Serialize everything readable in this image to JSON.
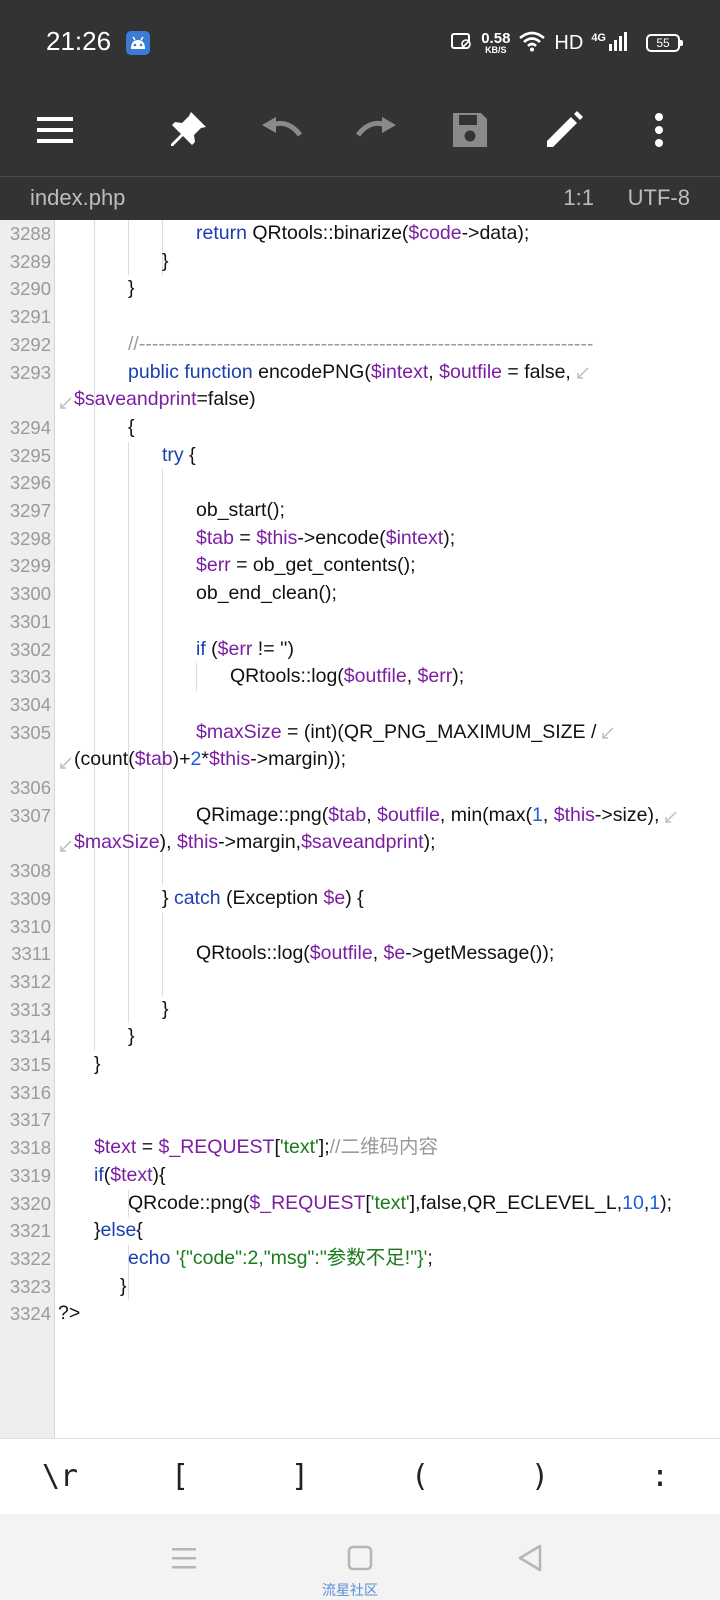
{
  "status_bar": {
    "time": "21:26",
    "net_speed_value": "0.58",
    "net_speed_unit": "KB/S",
    "hd_label": "HD",
    "network_label": "4G",
    "battery_level": "55",
    "icons": [
      "android-notification-icon",
      "sim-card-icon",
      "wifi-icon",
      "cell-signal-icon",
      "battery-icon"
    ]
  },
  "toolbar": {
    "icons": [
      "menu-icon",
      "pin-icon",
      "undo-icon",
      "redo-icon",
      "save-icon",
      "edit-icon",
      "more-vert-icon"
    ]
  },
  "file_bar": {
    "filename": "index.php",
    "cursor_position": "1:1",
    "encoding": "UTF-8"
  },
  "editor": {
    "lines": [
      {
        "n": "3288",
        "code": [
          [
            "",
            "return "
          ],
          [
            "",
            "QRtools::binarize("
          ],
          [
            "var",
            "$code"
          ],
          [
            "",
            "->data);"
          ]
        ],
        "kwfirst": true
      },
      {
        "n": "3289",
        "code": [
          [
            "",
            "}"
          ]
        ]
      },
      {
        "n": "3290",
        "code": [
          [
            "",
            "}"
          ]
        ]
      },
      {
        "n": "3291",
        "code": []
      },
      {
        "n": "3292",
        "code": [
          [
            "cmt",
            "//----------------------------------------------------------------------"
          ]
        ]
      },
      {
        "n": "3293",
        "code": [
          [
            "kw",
            "public function "
          ],
          [
            "",
            "encodePNG("
          ],
          [
            "var",
            "$intext"
          ],
          [
            "",
            ", "
          ],
          [
            "var",
            "$outfile"
          ],
          [
            "",
            " = false,"
          ]
        ]
      },
      {
        "n": "",
        "code": [
          [
            "var",
            "$saveandprint"
          ],
          [
            "",
            "=false)"
          ]
        ]
      },
      {
        "n": "3294",
        "code": [
          [
            "",
            "{"
          ]
        ]
      },
      {
        "n": "3295",
        "code": [
          [
            "kw",
            "try"
          ],
          [
            "",
            " {"
          ]
        ]
      },
      {
        "n": "3296",
        "code": []
      },
      {
        "n": "3297",
        "code": [
          [
            "",
            "ob_start();"
          ]
        ]
      },
      {
        "n": "3298",
        "code": [
          [
            "var",
            "$tab"
          ],
          [
            "",
            " = "
          ],
          [
            "var",
            "$this"
          ],
          [
            "",
            "->encode("
          ],
          [
            "var",
            "$intext"
          ],
          [
            "",
            ");"
          ]
        ]
      },
      {
        "n": "3299",
        "code": [
          [
            "var",
            "$err"
          ],
          [
            "",
            " = ob_get_contents();"
          ]
        ]
      },
      {
        "n": "3300",
        "code": [
          [
            "",
            "ob_end_clean();"
          ]
        ]
      },
      {
        "n": "3301",
        "code": []
      },
      {
        "n": "3302",
        "code": [
          [
            "kw",
            "if"
          ],
          [
            "",
            " ("
          ],
          [
            "var",
            "$err"
          ],
          [
            "",
            " != '')"
          ]
        ]
      },
      {
        "n": "3303",
        "code": [
          [
            "",
            "QRtools::log("
          ],
          [
            "var",
            "$outfile"
          ],
          [
            "",
            ", "
          ],
          [
            "var",
            "$err"
          ],
          [
            "",
            ");"
          ]
        ]
      },
      {
        "n": "3304",
        "code": []
      },
      {
        "n": "3305",
        "code": [
          [
            "var",
            "$maxSize"
          ],
          [
            "",
            " = (int)(QR_PNG_MAXIMUM_SIZE /"
          ]
        ]
      },
      {
        "n": "",
        "code": [
          [
            "",
            "(count("
          ],
          [
            "var",
            "$tab"
          ],
          [
            "",
            ")+"
          ],
          [
            "num",
            "2"
          ],
          [
            "",
            "*"
          ],
          [
            "var",
            "$this"
          ],
          [
            "",
            "->margin));"
          ]
        ]
      },
      {
        "n": "3306",
        "code": []
      },
      {
        "n": "3307",
        "code": [
          [
            "",
            "QRimage::png("
          ],
          [
            "var",
            "$tab"
          ],
          [
            "",
            ", "
          ],
          [
            "var",
            "$outfile"
          ],
          [
            "",
            ", min(max("
          ],
          [
            "num",
            "1"
          ],
          [
            "",
            ", "
          ],
          [
            "var",
            "$this"
          ],
          [
            "",
            "->size),"
          ]
        ]
      },
      {
        "n": "",
        "code": [
          [
            "var",
            "$maxSize"
          ],
          [
            "",
            "), "
          ],
          [
            "var",
            "$this"
          ],
          [
            "",
            "->margin,"
          ],
          [
            "var",
            "$saveandprint"
          ],
          [
            "",
            ");"
          ]
        ]
      },
      {
        "n": "3308",
        "code": []
      },
      {
        "n": "3309",
        "code": [
          [
            "",
            "} "
          ],
          [
            "kw",
            "catch"
          ],
          [
            "",
            " (Exception "
          ],
          [
            "var",
            "$e"
          ],
          [
            "",
            ") {"
          ]
        ]
      },
      {
        "n": "3310",
        "code": []
      },
      {
        "n": "3311",
        "code": [
          [
            "",
            "QRtools::log("
          ],
          [
            "var",
            "$outfile"
          ],
          [
            "",
            ", "
          ],
          [
            "var",
            "$e"
          ],
          [
            "",
            "->getMessage());"
          ]
        ]
      },
      {
        "n": "3312",
        "code": []
      },
      {
        "n": "3313",
        "code": [
          [
            "",
            "}"
          ]
        ]
      },
      {
        "n": "3314",
        "code": [
          [
            "",
            "}"
          ]
        ]
      },
      {
        "n": "3315",
        "code": [
          [
            "",
            "}"
          ]
        ]
      },
      {
        "n": "3316",
        "code": []
      },
      {
        "n": "3317",
        "code": []
      },
      {
        "n": "3318",
        "code": [
          [
            "var",
            "$text"
          ],
          [
            "",
            " = "
          ],
          [
            "var",
            "$_REQUEST"
          ],
          [
            "",
            "["
          ],
          [
            "str",
            "'text'"
          ],
          [
            "",
            "];"
          ],
          [
            "cmt",
            "//二维码内容"
          ]
        ]
      },
      {
        "n": "3319",
        "code": [
          [
            "kw",
            "if"
          ],
          [
            "",
            "("
          ],
          [
            "var",
            "$text"
          ],
          [
            "",
            "){"
          ]
        ]
      },
      {
        "n": "3320",
        "code": [
          [
            "",
            "QRcode::png("
          ],
          [
            "var",
            "$_REQUEST"
          ],
          [
            "",
            "["
          ],
          [
            "str",
            "'text'"
          ],
          [
            "",
            "],false,QR_ECLEVEL_L,"
          ],
          [
            "num",
            "10"
          ],
          [
            "",
            ","
          ],
          [
            "num",
            "1"
          ],
          [
            "",
            ");"
          ]
        ]
      },
      {
        "n": "3321",
        "code": [
          [
            "",
            "}"
          ],
          [
            "kw",
            "else"
          ],
          [
            "",
            "{"
          ]
        ]
      },
      {
        "n": "3322",
        "code": [
          [
            "kw",
            "echo "
          ],
          [
            "str",
            "'{\"code\":2,\"msg\":\"参数不足!\"}'"
          ],
          [
            "",
            ";"
          ]
        ]
      },
      {
        "n": "3323",
        "code": [
          [
            "",
            "}"
          ]
        ]
      },
      {
        "n": "3324",
        "code": [
          [
            "",
            "?>"
          ]
        ]
      }
    ]
  },
  "symbols": [
    "\\r",
    "[",
    "]",
    "(",
    ")",
    ":"
  ],
  "navbar": {
    "icons": [
      "recents-icon",
      "home-icon",
      "back-icon"
    ],
    "watermark": "流星社区"
  }
}
